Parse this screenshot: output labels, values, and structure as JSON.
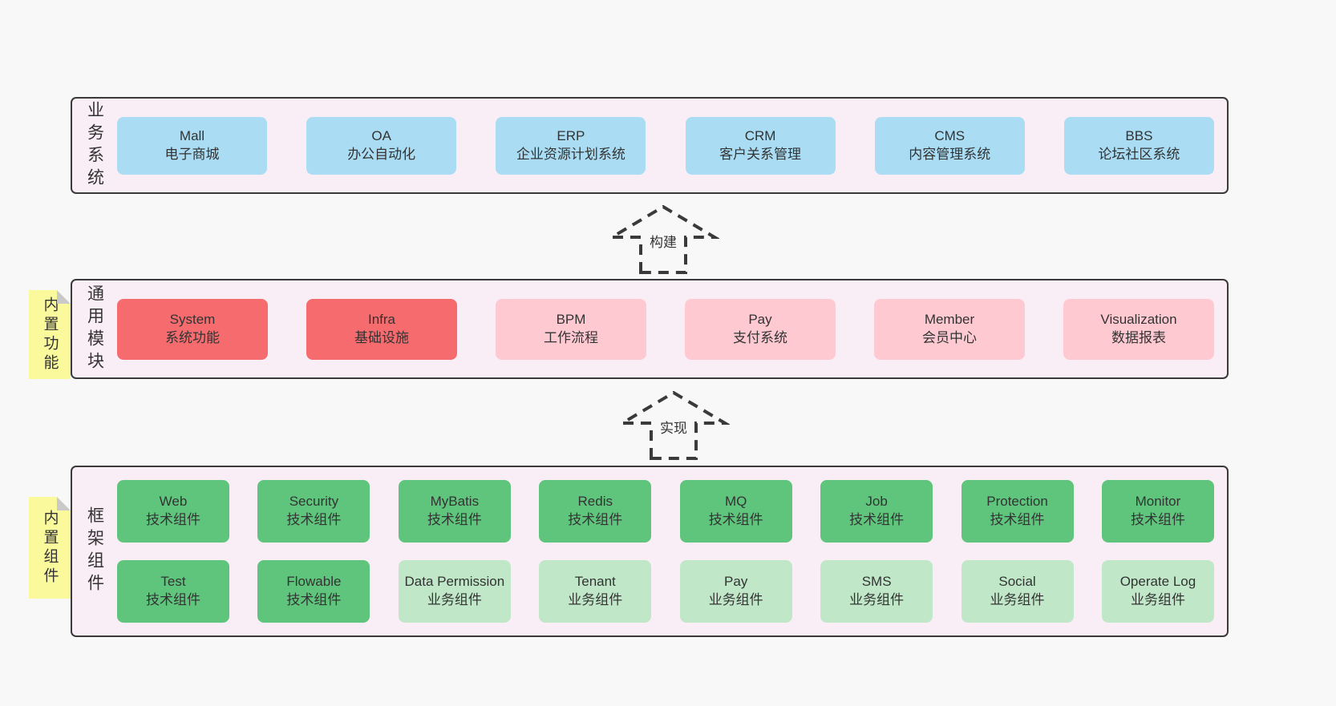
{
  "colors": {
    "page_bg": "#f8f8f8",
    "section_bg": "#f9edf6",
    "section_border": "#3a3a3a",
    "text": "#333333",
    "blue": "#aaddf4",
    "red": "#f56b6e",
    "pink": "#ffc9d2",
    "green": "#5fc57d",
    "light_green": "#c0e8c8",
    "yellow": "#fafa9d",
    "fold_gray": "#c9c9c9"
  },
  "arrows": [
    {
      "label": "构建"
    },
    {
      "label": "实现"
    }
  ],
  "sections": [
    {
      "id": "business-systems",
      "label": "业务系统",
      "tab": null,
      "rows": [
        [
          {
            "en": "Mall",
            "zh": "电子商城",
            "variant": "blue"
          },
          {
            "en": "OA",
            "zh": "办公自动化",
            "variant": "blue"
          },
          {
            "en": "ERP",
            "zh": "企业资源计划系统",
            "variant": "blue"
          },
          {
            "en": "CRM",
            "zh": "客户关系管理",
            "variant": "blue"
          },
          {
            "en": "CMS",
            "zh": "内容管理系统",
            "variant": "blue"
          },
          {
            "en": "BBS",
            "zh": "论坛社区系统",
            "variant": "blue"
          }
        ]
      ]
    },
    {
      "id": "common-modules",
      "label": "通用模块",
      "tab": "内置功能",
      "rows": [
        [
          {
            "en": "System",
            "zh": "系统功能",
            "variant": "red"
          },
          {
            "en": "Infra",
            "zh": "基础设施",
            "variant": "red"
          },
          {
            "en": "BPM",
            "zh": "工作流程",
            "variant": "pink"
          },
          {
            "en": "Pay",
            "zh": "支付系统",
            "variant": "pink"
          },
          {
            "en": "Member",
            "zh": "会员中心",
            "variant": "pink"
          },
          {
            "en": "Visualization",
            "zh": "数据报表",
            "variant": "pink"
          }
        ]
      ]
    },
    {
      "id": "framework-components",
      "label": "框架组件",
      "tab": "内置组件",
      "rows": [
        [
          {
            "en": "Web",
            "zh": "技术组件",
            "variant": "green"
          },
          {
            "en": "Security",
            "zh": "技术组件",
            "variant": "green"
          },
          {
            "en": "MyBatis",
            "zh": "技术组件",
            "variant": "green"
          },
          {
            "en": "Redis",
            "zh": "技术组件",
            "variant": "green"
          },
          {
            "en": "MQ",
            "zh": "技术组件",
            "variant": "green"
          },
          {
            "en": "Job",
            "zh": "技术组件",
            "variant": "green"
          },
          {
            "en": "Protection",
            "zh": "技术组件",
            "variant": "green"
          },
          {
            "en": "Monitor",
            "zh": "技术组件",
            "variant": "green"
          }
        ],
        [
          {
            "en": "Test",
            "zh": "技术组件",
            "variant": "green"
          },
          {
            "en": "Flowable",
            "zh": "技术组件",
            "variant": "green"
          },
          {
            "en": "Data Permission",
            "zh": "业务组件",
            "variant": "lightgreen"
          },
          {
            "en": "Tenant",
            "zh": "业务组件",
            "variant": "lightgreen"
          },
          {
            "en": "Pay",
            "zh": "业务组件",
            "variant": "lightgreen"
          },
          {
            "en": "SMS",
            "zh": "业务组件",
            "variant": "lightgreen"
          },
          {
            "en": "Social",
            "zh": "业务组件",
            "variant": "lightgreen"
          },
          {
            "en": "Operate Log",
            "zh": "业务组件",
            "variant": "lightgreen"
          }
        ]
      ]
    }
  ]
}
